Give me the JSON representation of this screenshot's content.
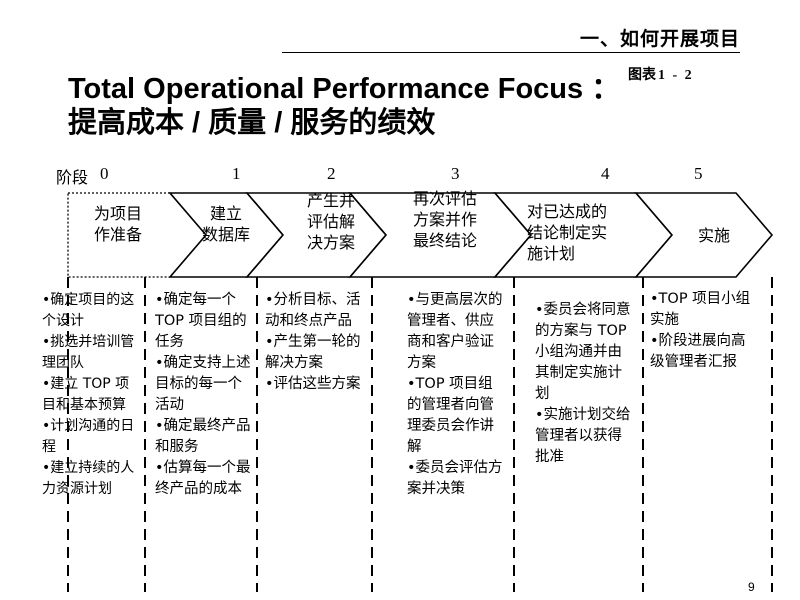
{
  "header": {
    "section_title": "一、如何开展项目",
    "figure_label_prefix": "图表",
    "figure_label_number": "1 - 2"
  },
  "title": {
    "line": "Total Operational Performance Focus ：提高成本 / 质量 / 服务的绩效"
  },
  "stages": {
    "label": "阶段",
    "numbers": [
      "0",
      "1",
      "2",
      "3",
      "4",
      "5"
    ],
    "names": [
      [
        "为项目",
        "作准备"
      ],
      [
        "建立",
        "数据库"
      ],
      [
        "产生并",
        "评估解",
        "决方案"
      ],
      [
        "再次评估",
        "方案并作",
        "最终结论"
      ],
      [
        "对已达成的",
        "结论制定实",
        "施计划"
      ],
      [
        "实施"
      ]
    ]
  },
  "columns": [
    [
      "•确定项目的这个设计",
      "•挑选并培训管理团队",
      "•建立 TOP 项目和基本预算",
      "•计划沟通的日程",
      "•建立持续的人力资源计划"
    ],
    [
      "•确定每一个 TOP 项目组的任务",
      "•确定支持上述目标的每一个活动",
      "•确定最终产品和服务",
      "•估算每一个最终产品的成本"
    ],
    [
      "•分析目标、活动和终点产品",
      "•产生第一轮的解决方案",
      "•评估这些方案"
    ],
    [
      "•与更高层次的管理者、供应商和客户验证方案",
      "•TOP 项目组的管理者向管理委员会作讲解",
      "•委员会评估方案并决策"
    ],
    [
      "•委员会将同意的方案与 TOP 小组沟通并由其制定实施计划",
      "•实施计划交给管理者以获得批准"
    ],
    [
      "•TOP 项目小组实施",
      "•阶段进展向高级管理者汇报"
    ]
  ],
  "footer": {
    "page_number": "9"
  }
}
